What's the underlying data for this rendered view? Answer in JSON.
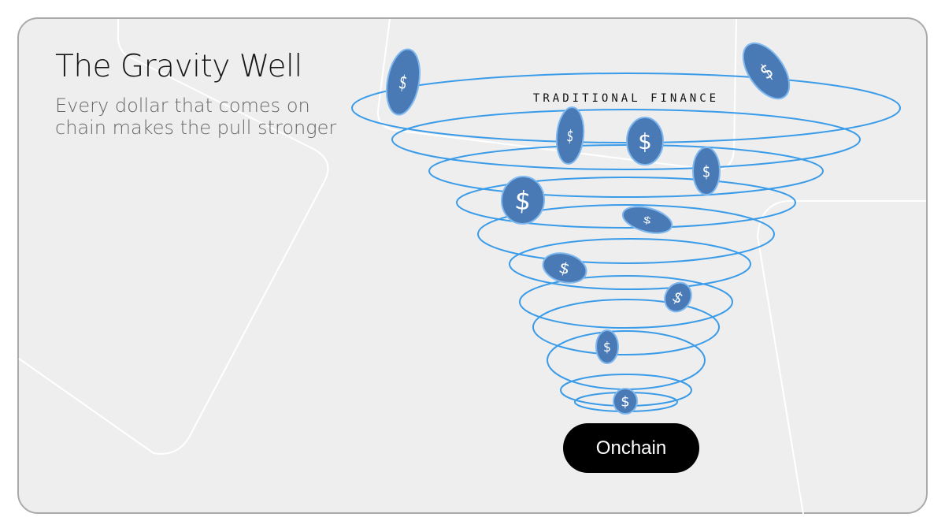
{
  "title": "The Gravity Well",
  "subtitle": "Every dollar that comes on chain makes the pull stronger",
  "top_label": "TRADITIONAL FINANCE",
  "bottom_label": "Onchain",
  "coin_symbol": "$",
  "colors": {
    "ring": "#3a9be8",
    "coin": "#4a7ab5",
    "coin_edge": "#7fb8ee",
    "background": "#eeeeee"
  }
}
